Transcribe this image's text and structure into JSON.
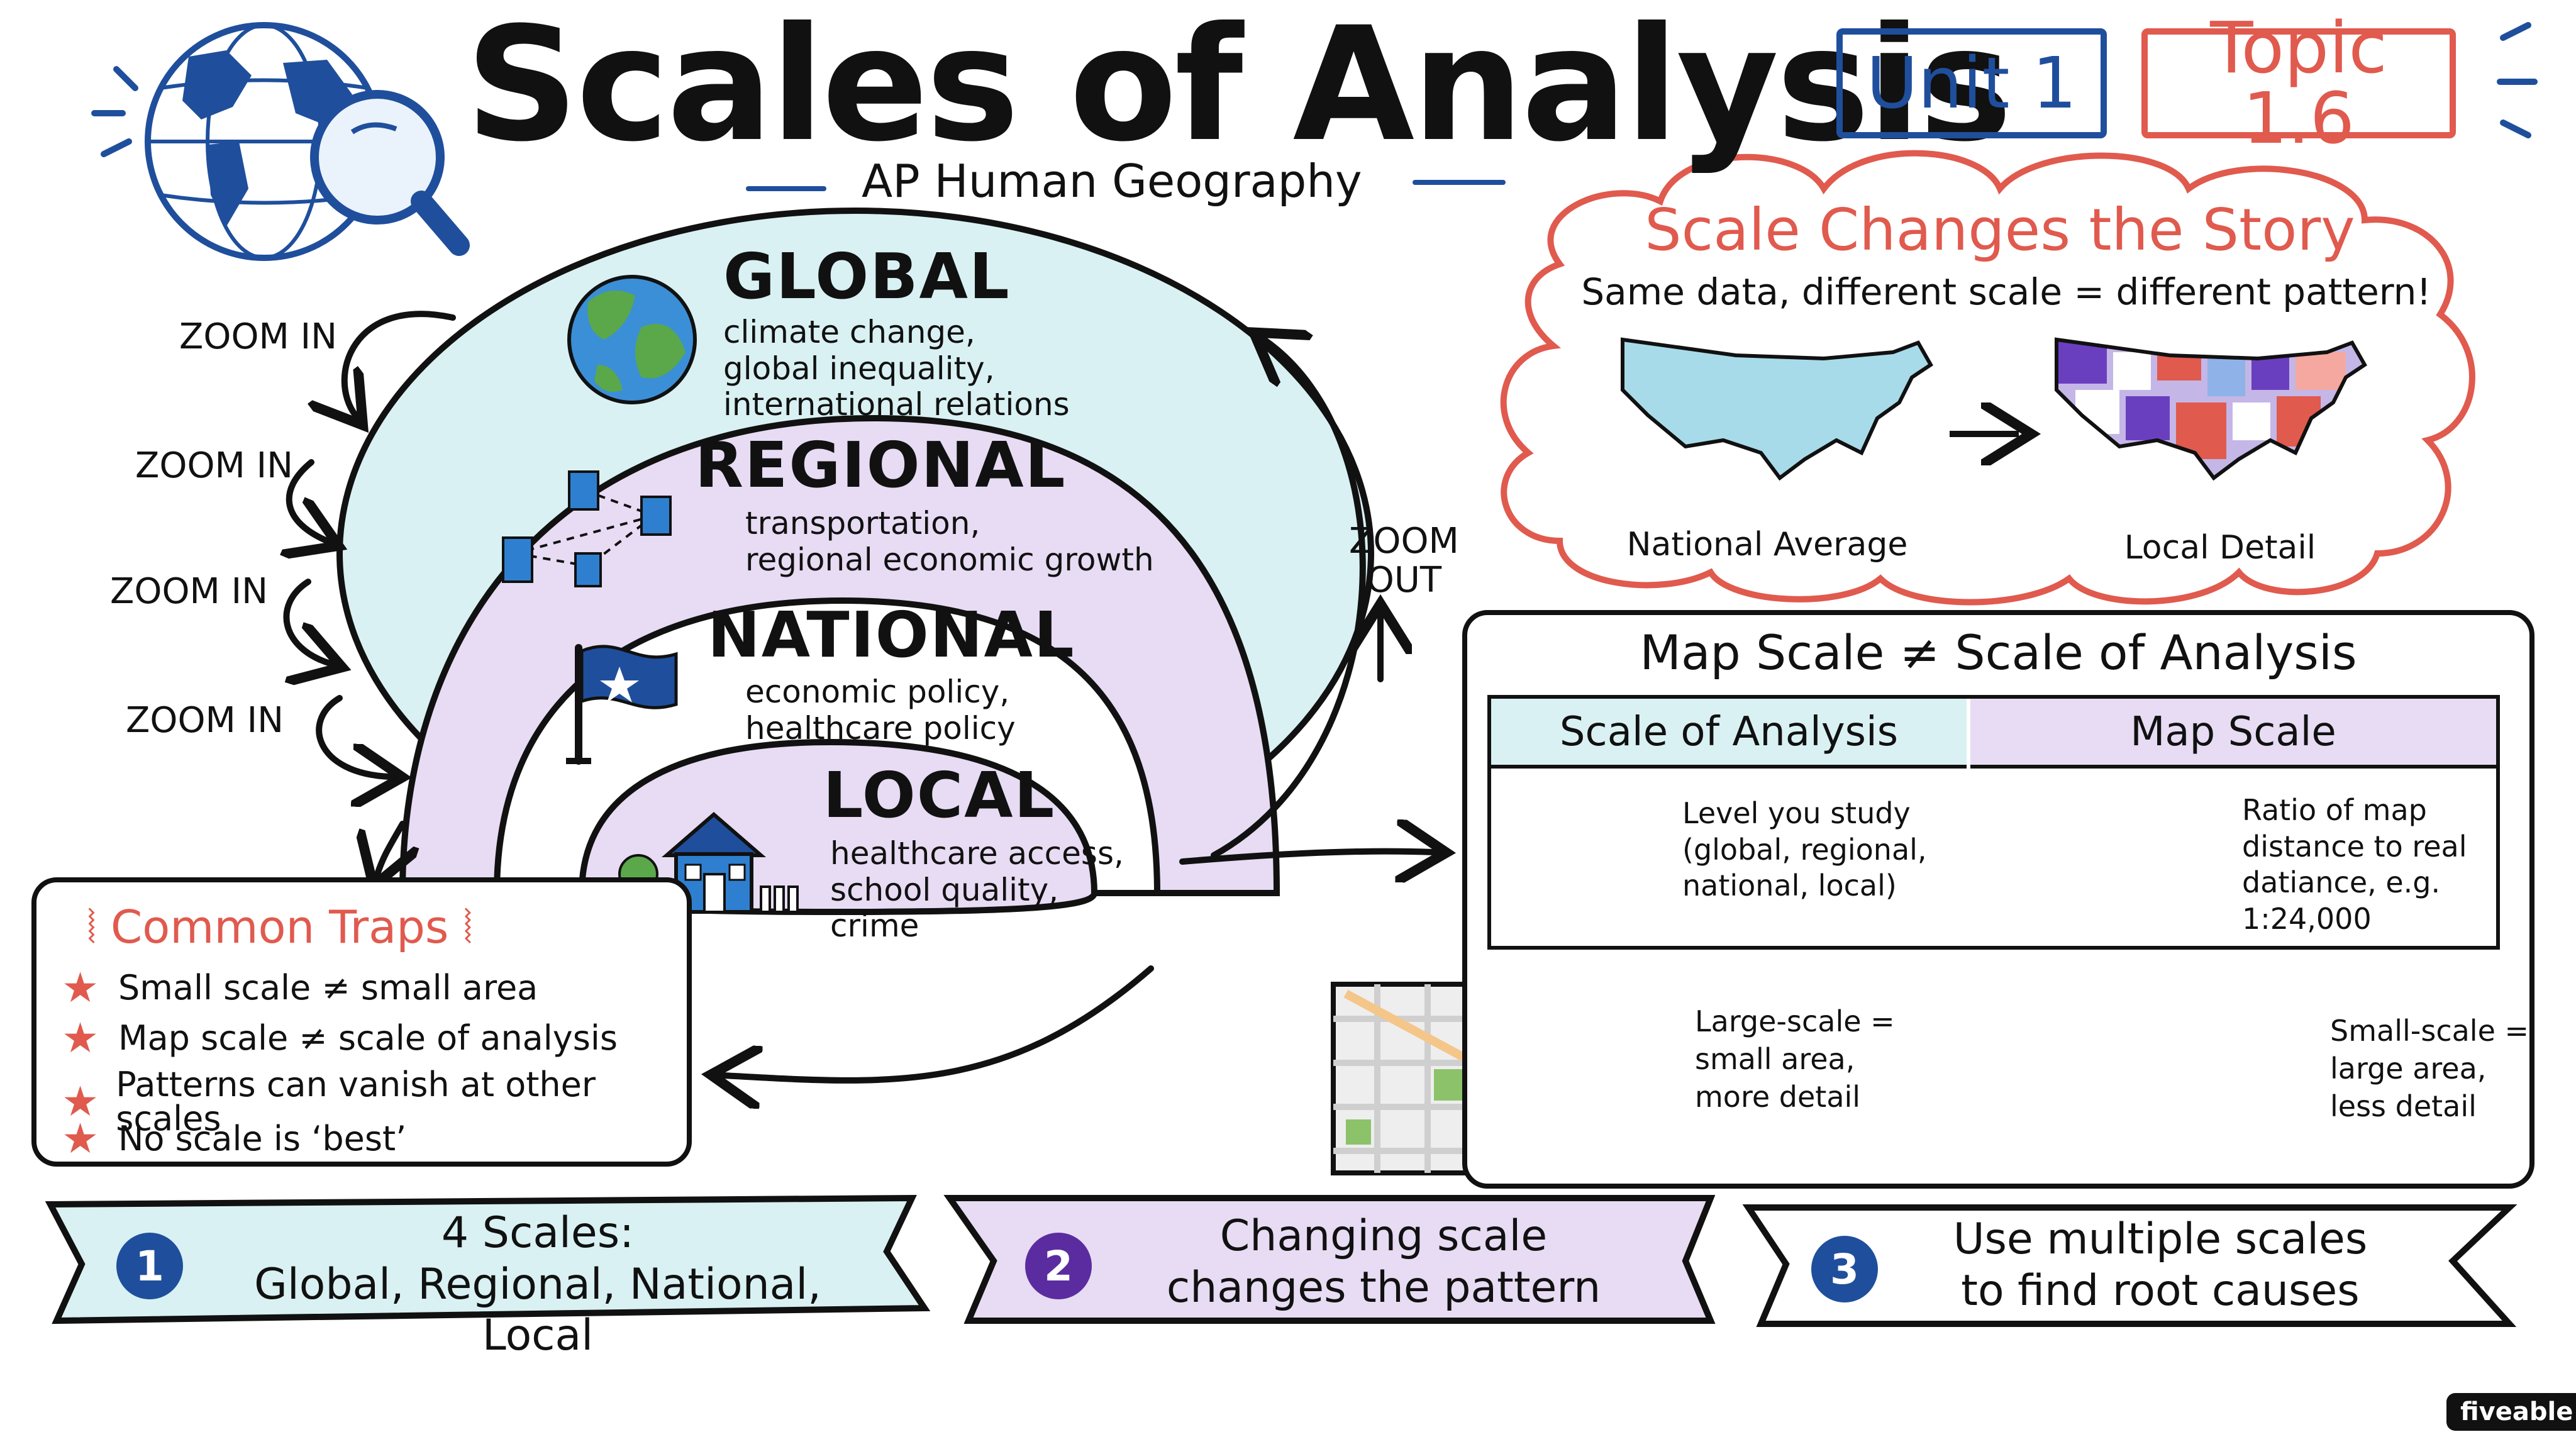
{
  "header": {
    "title": "Scales of Analysis",
    "subtitle": "AP Human Geography",
    "unit_tag": "Unit 1",
    "topic_tag": "Topic 1.6"
  },
  "scales": [
    {
      "name": "GLOBAL",
      "lines": [
        "climate change,",
        "global inequality,",
        "international relations"
      ]
    },
    {
      "name": "REGIONAL",
      "lines": [
        "transportation,",
        "regional economic growth"
      ]
    },
    {
      "name": "NATIONAL",
      "lines": [
        "economic policy,",
        "healthcare policy"
      ]
    },
    {
      "name": "LOCAL",
      "lines": [
        "healthcare access,",
        "school quality,",
        "crime"
      ]
    }
  ],
  "zoom": {
    "in_label": "ZOOM IN",
    "out_label_1": "ZOOM",
    "out_label_2": "OUT"
  },
  "story": {
    "title": "Scale Changes the Story",
    "subtitle": "Same data, different scale = different pattern!",
    "left_caption": "National Average",
    "right_caption": "Local Detail"
  },
  "traps": {
    "title": "Common Traps",
    "items": [
      "Small scale ≠ small area",
      "Map scale ≠ scale of analysis",
      "Patterns can vanish at other scales",
      "No scale is ‘best’"
    ]
  },
  "comparison": {
    "title": "Map Scale ≠ Scale of Analysis",
    "col1_header": "Scale of Analysis",
    "col2_header": "Map Scale",
    "col1_lines": [
      "Level you study",
      "(global, regional,",
      "national, local)"
    ],
    "col2_lines": [
      "Ratio of map",
      "distance to real",
      "datiance, e.g.",
      "1:24,000"
    ],
    "large_scale_lines": [
      "Large-scale =",
      "small area,",
      "more detail"
    ],
    "small_scale_lines": [
      "Small-scale =",
      "large area,",
      "less detail"
    ]
  },
  "banners": [
    {
      "number": "1",
      "line1": "4 Scales:",
      "line2": "Global, Regional, National, Local"
    },
    {
      "number": "2",
      "line1": "Changing scale",
      "line2": "changes the pattern"
    },
    {
      "number": "3",
      "line1": "Use multiple scales",
      "line2": "to find root causes"
    }
  ],
  "brand": "fiveable",
  "colors": {
    "ink": "#111111",
    "blue": "#1f4f9c",
    "red": "#e05a4e",
    "cyan_fill": "#d9f1f3",
    "lavender_fill": "#e7dcf3",
    "purple": "#5b2ca0"
  }
}
